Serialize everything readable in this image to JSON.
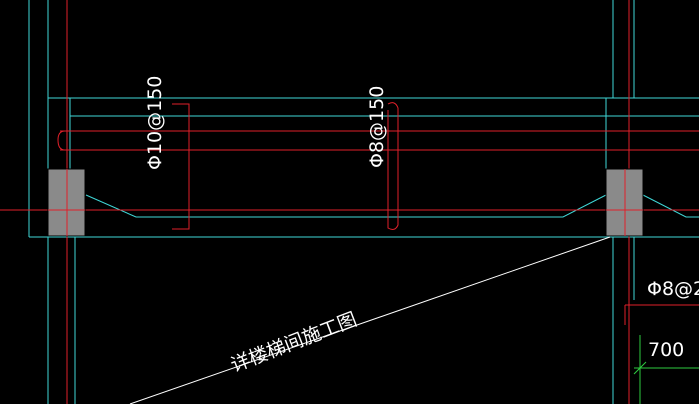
{
  "annotations": {
    "rebar_top": "Φ8@150",
    "rebar_left": "Φ10@150",
    "note": "详楼梯间施工图",
    "rebar_right_partial": "Φ8@2",
    "dimension_value": "700"
  },
  "colors": {
    "background": "#000000",
    "cyan": "#3fd7d7",
    "red": "#e0202a",
    "white": "#ffffff",
    "gray_fill": "#8a8a8a",
    "green": "#2ecc40"
  }
}
